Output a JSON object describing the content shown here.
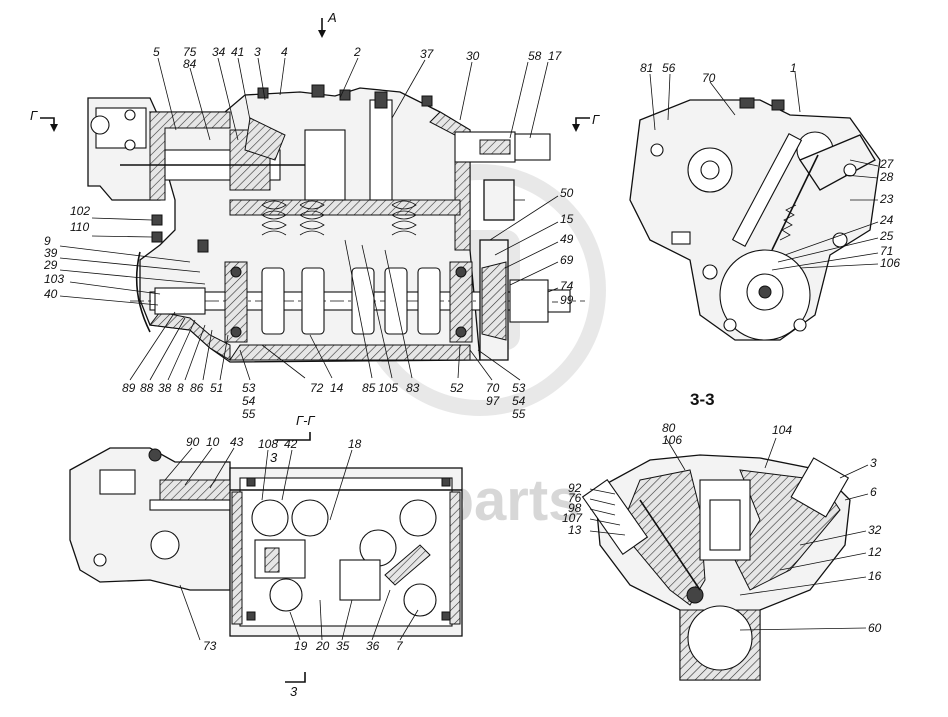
{
  "sections": {
    "view_a": "А",
    "section_gg": "Г-Г",
    "section_33": "3-3",
    "cut_g_left": "Г",
    "cut_g_right": "Г",
    "cut_3_top": "3",
    "cut_3_bottom": "3"
  },
  "watermark": "deta-parts",
  "callouts": {
    "main_top": [
      "5",
      "75",
      "84",
      "34",
      "41",
      "3",
      "4",
      "2",
      "37",
      "30",
      "58",
      "17"
    ],
    "main_left": [
      "102",
      "110",
      "9",
      "39",
      "29",
      "103",
      "40"
    ],
    "main_bottom": [
      "89",
      "88",
      "38",
      "8",
      "86",
      "51",
      "53",
      "54",
      "55",
      "72",
      "14",
      "85",
      "105",
      "83",
      "52",
      "70",
      "97",
      "53",
      "54",
      "55"
    ],
    "main_right": [
      "50",
      "15",
      "49",
      "69",
      "74",
      "99"
    ],
    "front_view": [
      "81",
      "56",
      "70",
      "1",
      "27",
      "28",
      "23",
      "24",
      "25",
      "71",
      "106"
    ],
    "section_gg": [
      "90",
      "10",
      "43",
      "108",
      "42",
      "18",
      "73",
      "19",
      "20",
      "35",
      "36",
      "7"
    ],
    "section_33": [
      "80",
      "106",
      "104",
      "3",
      "6",
      "92",
      "76",
      "98",
      "107",
      "13",
      "32",
      "12",
      "16",
      "60"
    ]
  }
}
